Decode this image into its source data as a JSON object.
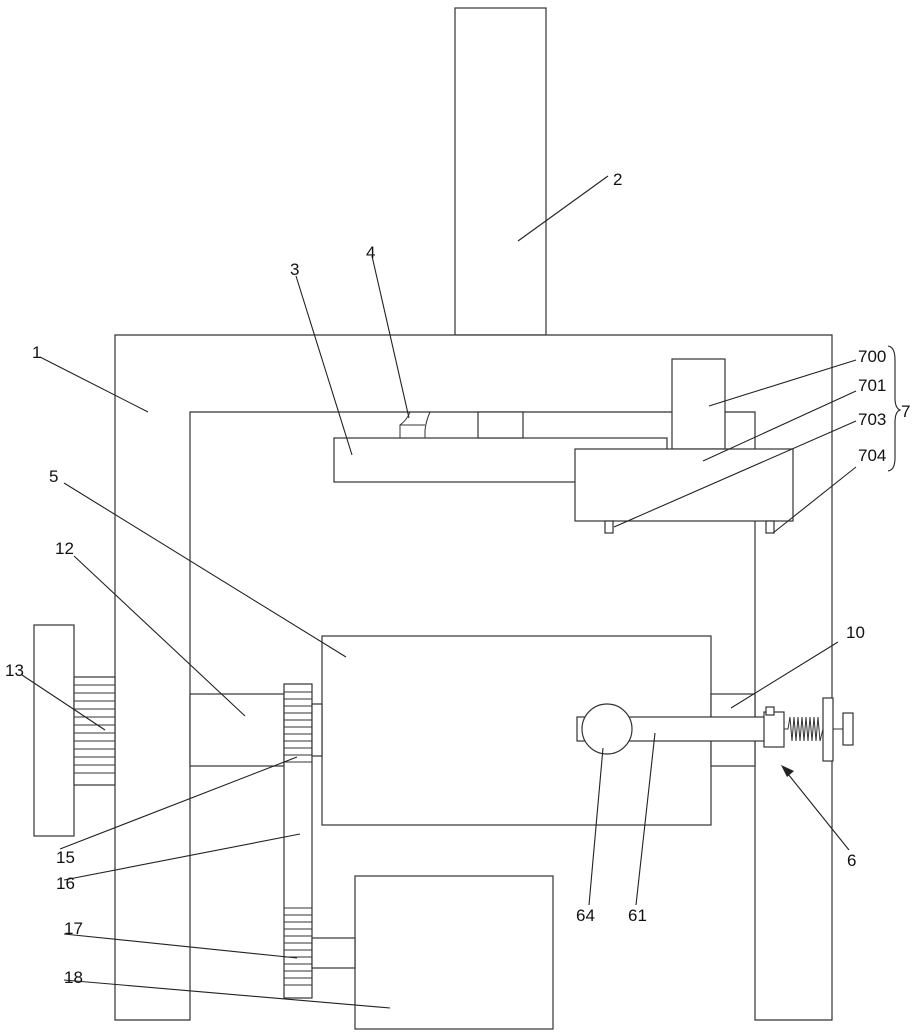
{
  "diagram": {
    "labels": {
      "l1": "1",
      "l2": "2",
      "l3": "3",
      "l4": "4",
      "l5": "5",
      "l6": "6",
      "l7": "7",
      "l10": "10",
      "l12": "12",
      "l13": "13",
      "l15": "15",
      "l16": "16",
      "l17": "17",
      "l18": "18",
      "l61": "61",
      "l64": "64",
      "l700": "700",
      "l701": "701",
      "l703": "703",
      "l704": "704"
    }
  }
}
